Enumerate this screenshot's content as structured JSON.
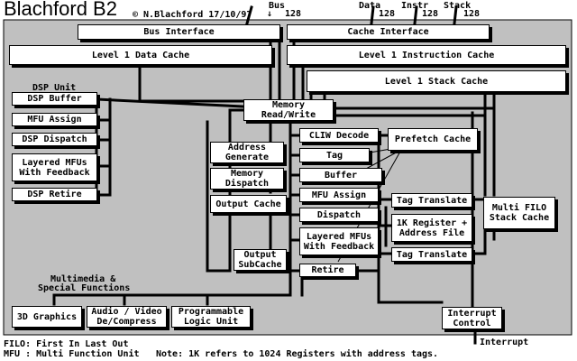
{
  "title": "Blachford B2",
  "copyright": "© N.Blachford 17/10/97",
  "buses": [
    {
      "label": "Bus",
      "width": "128"
    },
    {
      "label": "Data",
      "width": "128"
    },
    {
      "label": "Instr",
      "width": "128"
    },
    {
      "label": "Stack",
      "width": "128"
    }
  ],
  "blocks": {
    "bus_interface": "Bus Interface",
    "cache_interface": "Cache Interface",
    "l1_data_cache": "Level 1 Data Cache",
    "l1_instruction_cache": "Level 1 Instruction Cache",
    "l1_stack_cache": "Level 1 Stack Cache",
    "dsp_buffer": "DSP Buffer",
    "dsp_mfu_assign": "MFU Assign",
    "dsp_dispatch": "DSP Dispatch",
    "dsp_layered_mfus": [
      "Layered MFUs",
      "With Feedback"
    ],
    "dsp_retire": "DSP Retire",
    "memory_read_write": [
      "Memory",
      "Read/Write"
    ],
    "address_generate": [
      "Address",
      "Generate"
    ],
    "memory_dispatch": [
      "Memory",
      "Dispatch"
    ],
    "output_cache": "Output Cache",
    "output_subcache": [
      "Output",
      "SubCache"
    ],
    "cliw_decode": "CLIW Decode",
    "tag": "Tag",
    "buffer": "Buffer",
    "mfu_assign": "MFU Assign",
    "dispatch": "Dispatch",
    "layered_mfus": [
      "Layered MFUs",
      "With Feedback"
    ],
    "retire": "Retire",
    "prefetch_cache": "Prefetch Cache",
    "tag_translate_top": "Tag Translate",
    "register_file": [
      "1K Register +",
      "Address File"
    ],
    "tag_translate_bottom": "Tag Translate",
    "multi_filo": [
      "Multi FILO",
      "Stack Cache"
    ],
    "interrupt_control": [
      "Interrupt",
      "Control"
    ],
    "graphics_3d": "3D Graphics",
    "audio_video": [
      "Audio / Video",
      "De/Compress"
    ],
    "programmable_logic": [
      "Programmable",
      "Logic Unit"
    ]
  },
  "labels": {
    "dsp_unit": "DSP Unit",
    "multimedia": [
      "Multimedia &",
      "Special Functions"
    ],
    "interrupt": "Interrupt"
  },
  "footnotes": {
    "filo": "FILO: First In Last Out",
    "mfu": "MFU : Multi Function Unit",
    "note": "Note: 1K refers to 1024 Registers with address tags."
  },
  "colors": {
    "background": "#ffffff",
    "panel": "#c0c0c0",
    "line": "#000000"
  }
}
